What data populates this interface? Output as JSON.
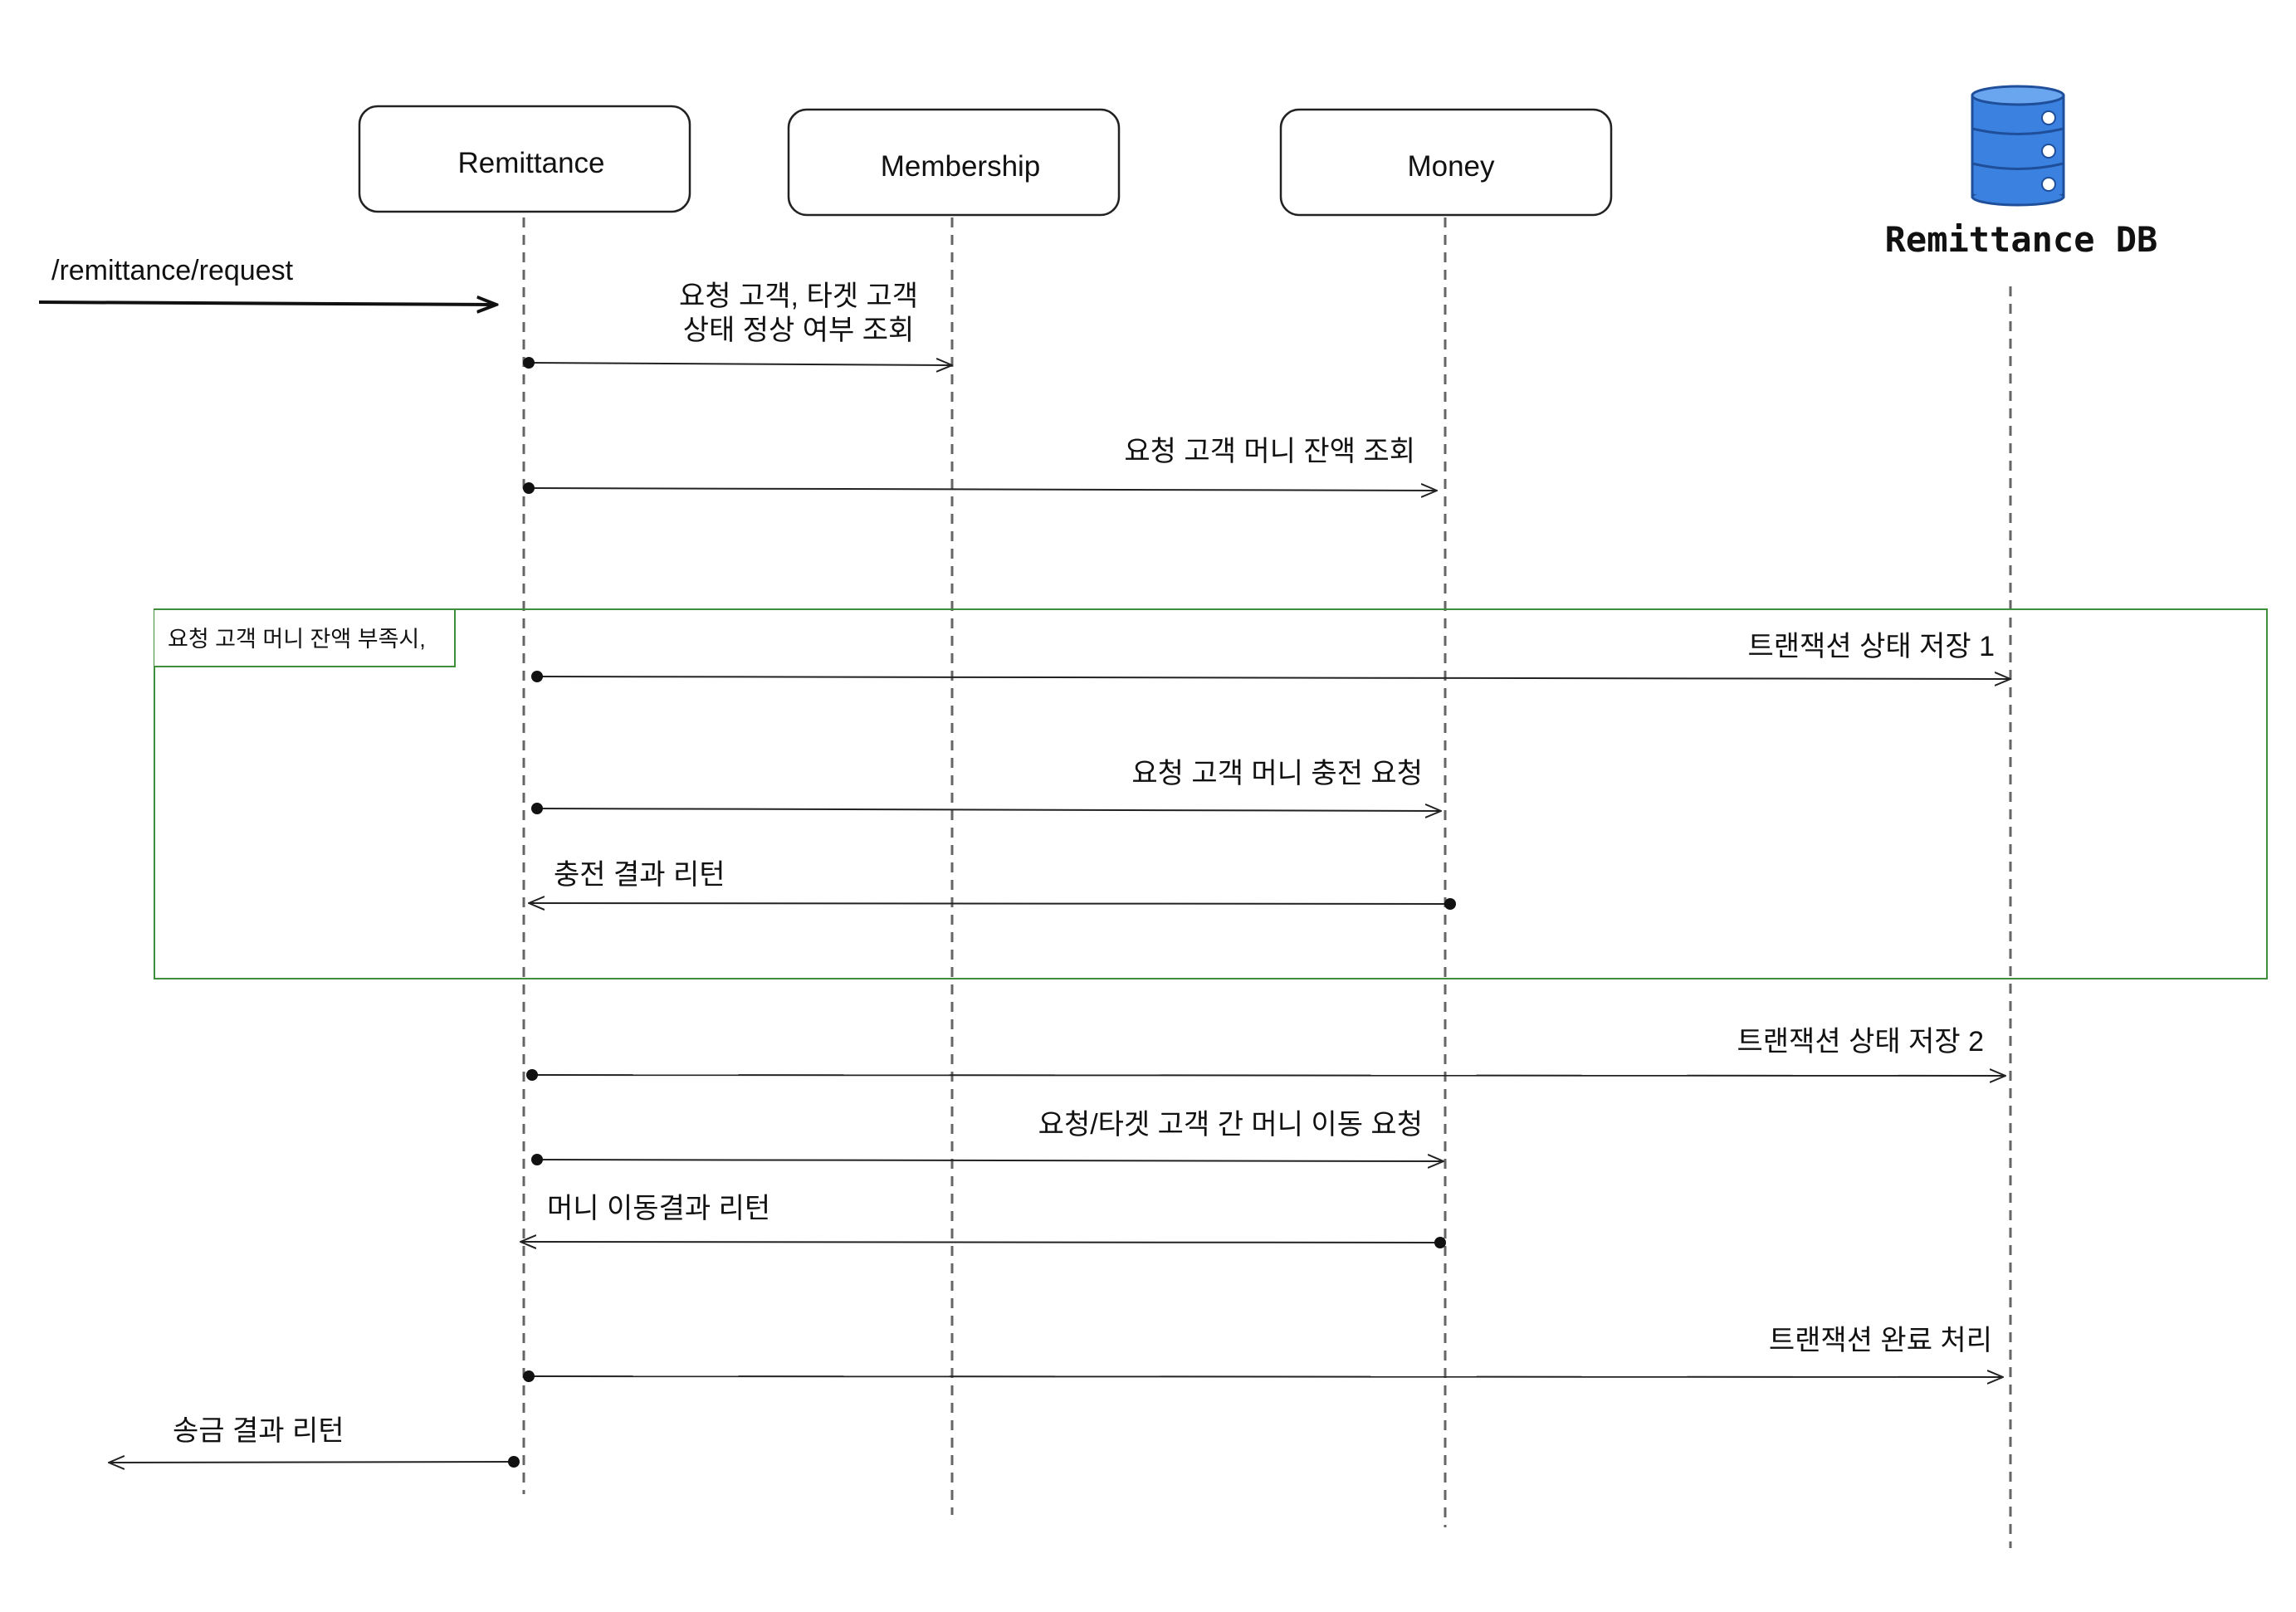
{
  "participants": {
    "remittance": "Remittance",
    "membership": "Membership",
    "money": "Money",
    "remittance_db": "Remittance DB"
  },
  "entry": {
    "endpoint": "/remittance/request"
  },
  "messages": {
    "check_status_line1": "요청 고객, 타겟 고객",
    "check_status_line2": "상태 정상 여부 조회",
    "check_balance": "요청 고객 머니 잔액 조회",
    "save_tx_1": "트랜잭션 상태 저장 1",
    "charge_request": "요청 고객 머니 충전 요청",
    "charge_return": "충전 결과 리턴",
    "save_tx_2": "트랜잭션 상태 저장 2",
    "transfer_request": "요청/타겟 고객 간 머니 이동 요청",
    "transfer_return": "머니 이동결과 리턴",
    "complete_tx": "트랜잭션 완료 처리",
    "final_return": "송금 결과 리턴"
  },
  "frame": {
    "condition": "요청 고객 머니 잔액 부족시,",
    "color": "#3f8f3a"
  },
  "icons": {
    "db": "database-icon"
  },
  "colors": {
    "db_fill": "#3b82e0",
    "line": "#222222"
  }
}
